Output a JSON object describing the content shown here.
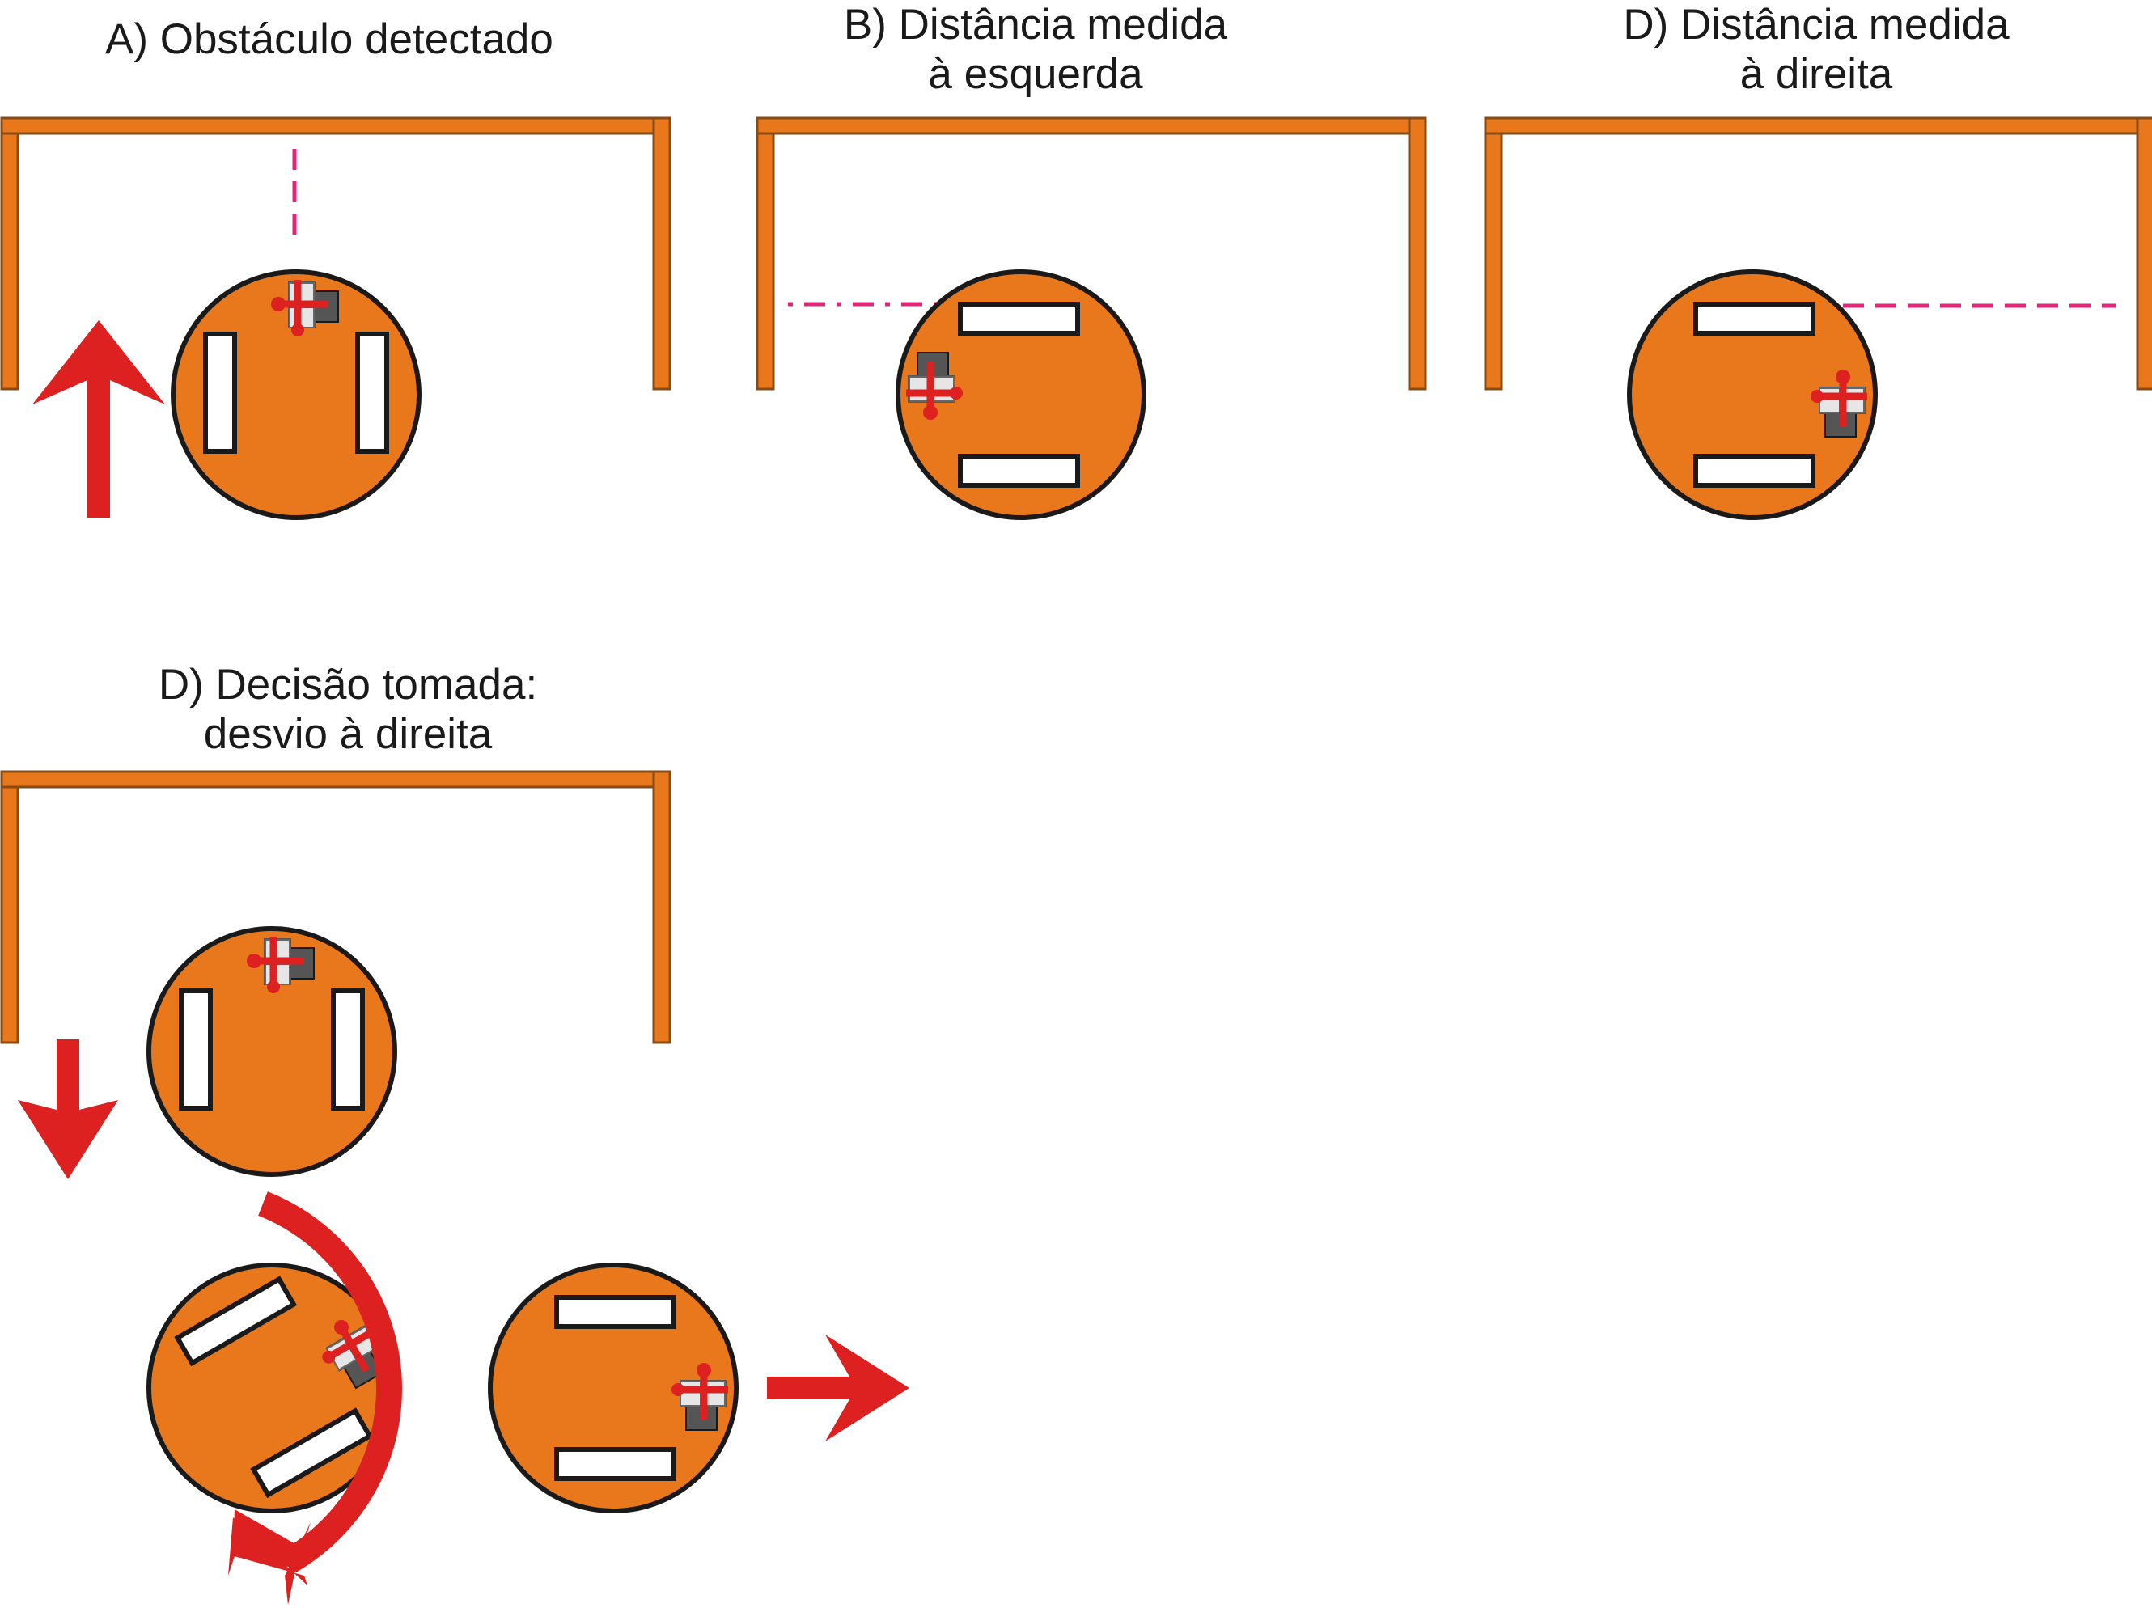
{
  "panels": [
    {
      "id": "a",
      "title_lines": [
        "A) Obstáculo detectado"
      ]
    },
    {
      "id": "b",
      "title_lines": [
        "B) Distância medida",
        "à esquerda"
      ]
    },
    {
      "id": "c",
      "title_lines": [
        "D) Distância medida",
        "à direita"
      ]
    },
    {
      "id": "d",
      "title_lines": [
        "D) Decisão tomada:",
        "desvio à direita"
      ]
    }
  ],
  "colors": {
    "wall": "#e9781c",
    "robot_body": "#e9781c",
    "outline": "#1a1a1a",
    "wheel": "#ffffff",
    "arrow": "#dd2020",
    "sensor_beam": "#e0287a",
    "sensor_body": "#555555",
    "sensor_face": "#e6e6e6"
  },
  "icons": {
    "robot": "robot-topview-icon",
    "move_arrow": "arrow-icon",
    "turn_arrow": "curved-arrow-icon"
  }
}
